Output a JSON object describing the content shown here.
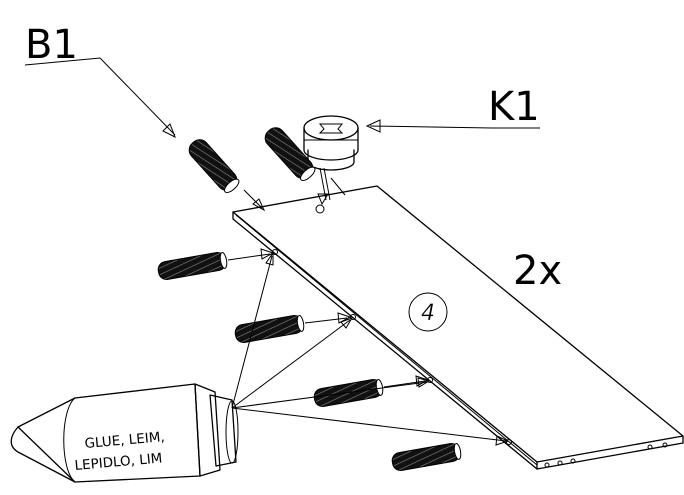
{
  "labels": {
    "dowel": "B1",
    "cam_lock": "K1",
    "quantity": "2x",
    "part_number": "4",
    "glue_line1": "GLUE, LEIM,",
    "glue_line2": "LEPIDLO, LIM"
  },
  "icons": {
    "dowel": "wooden-dowel-icon",
    "cam_lock": "cam-lock-fitting-icon",
    "glue": "glue-bottle-icon"
  }
}
